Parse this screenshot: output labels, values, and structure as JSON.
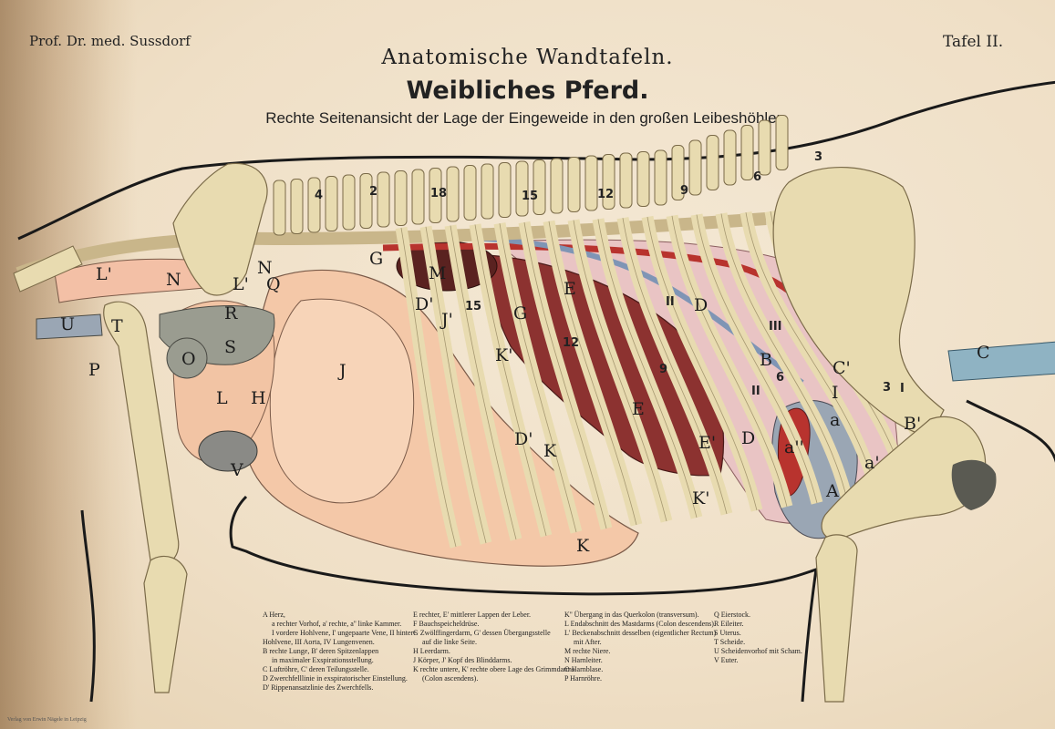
{
  "header": {
    "author": "Prof. Dr. med. Sussdorf",
    "plate": "Tafel II.",
    "title": "Anatomische Wandtafeln.",
    "subtitle": "Weibliches Pferd.",
    "description": "Rechte Seitenansicht der Lage der Eingeweide in den großen Leibeshöhlen."
  },
  "vertebra_numbers": [
    "4",
    "2",
    "18",
    "15",
    "12",
    "9",
    "6",
    "3"
  ],
  "organ_labels": {
    "G": "G",
    "M": "M",
    "L_prime": "L'",
    "N": "N",
    "L_prime2": "L'",
    "Q": "Q",
    "U": "U",
    "T": "T",
    "R": "R",
    "O": "O",
    "S": "S",
    "P": "P",
    "L": "L",
    "H": "H",
    "V": "V",
    "J": "J",
    "D_prime": "D'",
    "J_prime": "J'",
    "E": "E",
    "G2": "G",
    "K_prime": "K'",
    "E2": "E",
    "E_prime": "E'",
    "D_prime2": "D'",
    "K": "K",
    "K_prime2": "K'",
    "K2": "K",
    "D": "D",
    "D2": "D",
    "B": "B",
    "C_prime": "C'",
    "I": "I",
    "a": "a",
    "a2": "a''",
    "a3": "a'",
    "B_prime": "B'",
    "A": "A",
    "C": "C",
    "roman2": "II",
    "roman3": "III",
    "n15": "15",
    "n12": "12",
    "n9": "9",
    "n6": "6",
    "n3": "3",
    "rI": "I",
    "roman2b": "II"
  },
  "legend": [
    [
      "A Herz,",
      "a rechter Vorhof, a' rechte, a'' linke Kammer.",
      "I vordere Hohlvene, I' ungepaarte Vene, II hintere",
      "Hohlvene, III Aorta, IV Lungenvenen.",
      "B rechte Lunge, B' deren Spitzenlappen",
      "in maximaler Exspirationsstellung.",
      "C Luftröhre, C' deren Teilungsstelle.",
      "D Zwerchfelllinie in exspiratorischer Einstellung.",
      "D' Rippenansatzlinie des Zwerchfells."
    ],
    [
      "E rechter, E' mittlerer Lappen der Leber.",
      "F Bauchspeicheldrüse.",
      "G Zwölffingerdarm, G' dessen Übergangsstelle",
      "auf die linke Seite.",
      "H Leerdarm.",
      "J Körper, J' Kopf des Blinddarms.",
      "K rechte untere, K' rechte obere Lage des Grimmdarms",
      "(Colon ascendens)."
    ],
    [
      "K'' Übergang in das Querkolon (transversum).",
      "L Endabschnitt des Mastdarms (Colon descendens).",
      "L' Beckenabschnitt desselben (eigentlicher Rectum)",
      "mit After.",
      "M rechte Niere.",
      "N Harnleiter.",
      "O Harnblase.",
      "P Harnröhre."
    ],
    [
      "Q Eierstock.",
      "R Eileiter.",
      "S Uterus.",
      "T Scheide.",
      "U Scheidenvorhof mit Scham.",
      "V Euter."
    ]
  ],
  "publisher": "Verlag von Erwin Nägele in Leipzig",
  "colors": {
    "paper": "#efe2cc",
    "bone": "#e8dbb0",
    "intestine": "#f4c8a8",
    "liver": "#8c3230",
    "lung": "#e9c4c4",
    "kidney": "#5a2220",
    "gray_organ": "#9a9c90",
    "blue_vessel": "#7f95b5",
    "red_vessel": "#b8332e"
  }
}
